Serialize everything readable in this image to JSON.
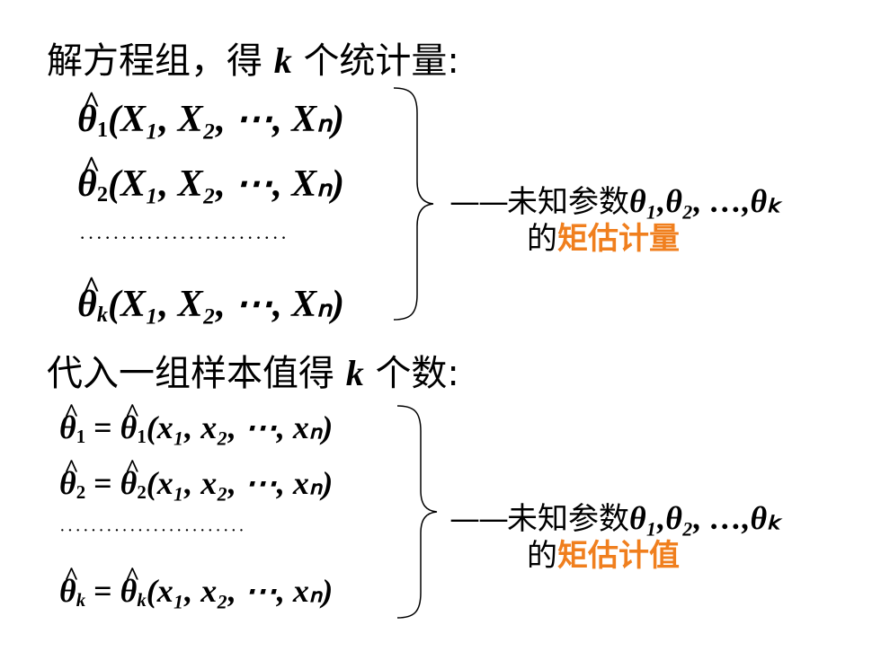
{
  "section1": {
    "heading_prefix": "解方程组，得",
    "heading_var": "k",
    "heading_suffix": "个统计量:",
    "equations": [
      {
        "sub": "1",
        "args": "(X₁, X₂, ⋯, Xₙ)"
      },
      {
        "sub": "2",
        "args": "(X₁, X₂, ⋯, Xₙ)"
      },
      {
        "sub": "k",
        "args": "(X₁, X₂, ⋯, Xₙ)"
      }
    ],
    "dots": "·························",
    "desc_dash": "——",
    "desc_text": "未知参数",
    "desc_params": "θ₁,θ₂, …,θₖ",
    "desc_prefix2": "的",
    "desc_highlight": "矩估计量"
  },
  "section2": {
    "heading_prefix": "代入一组样本值得",
    "heading_var": "k",
    "heading_suffix": "个数:",
    "equations": [
      {
        "sub": "1",
        "args": "(x₁, x₂, ⋯, xₙ)"
      },
      {
        "sub": "2",
        "args": "(x₁, x₂, ⋯, xₙ)"
      },
      {
        "sub": "k",
        "args": "(x₁, x₂, ⋯, xₙ)"
      }
    ],
    "dots": "························",
    "desc_dash": "——",
    "desc_text": "未知参数",
    "desc_params": "θ₁,θ₂, …,θₖ",
    "desc_prefix2": "的",
    "desc_highlight": "矩估计值"
  },
  "colors": {
    "highlight": "#f07f1e",
    "text": "#000000"
  }
}
